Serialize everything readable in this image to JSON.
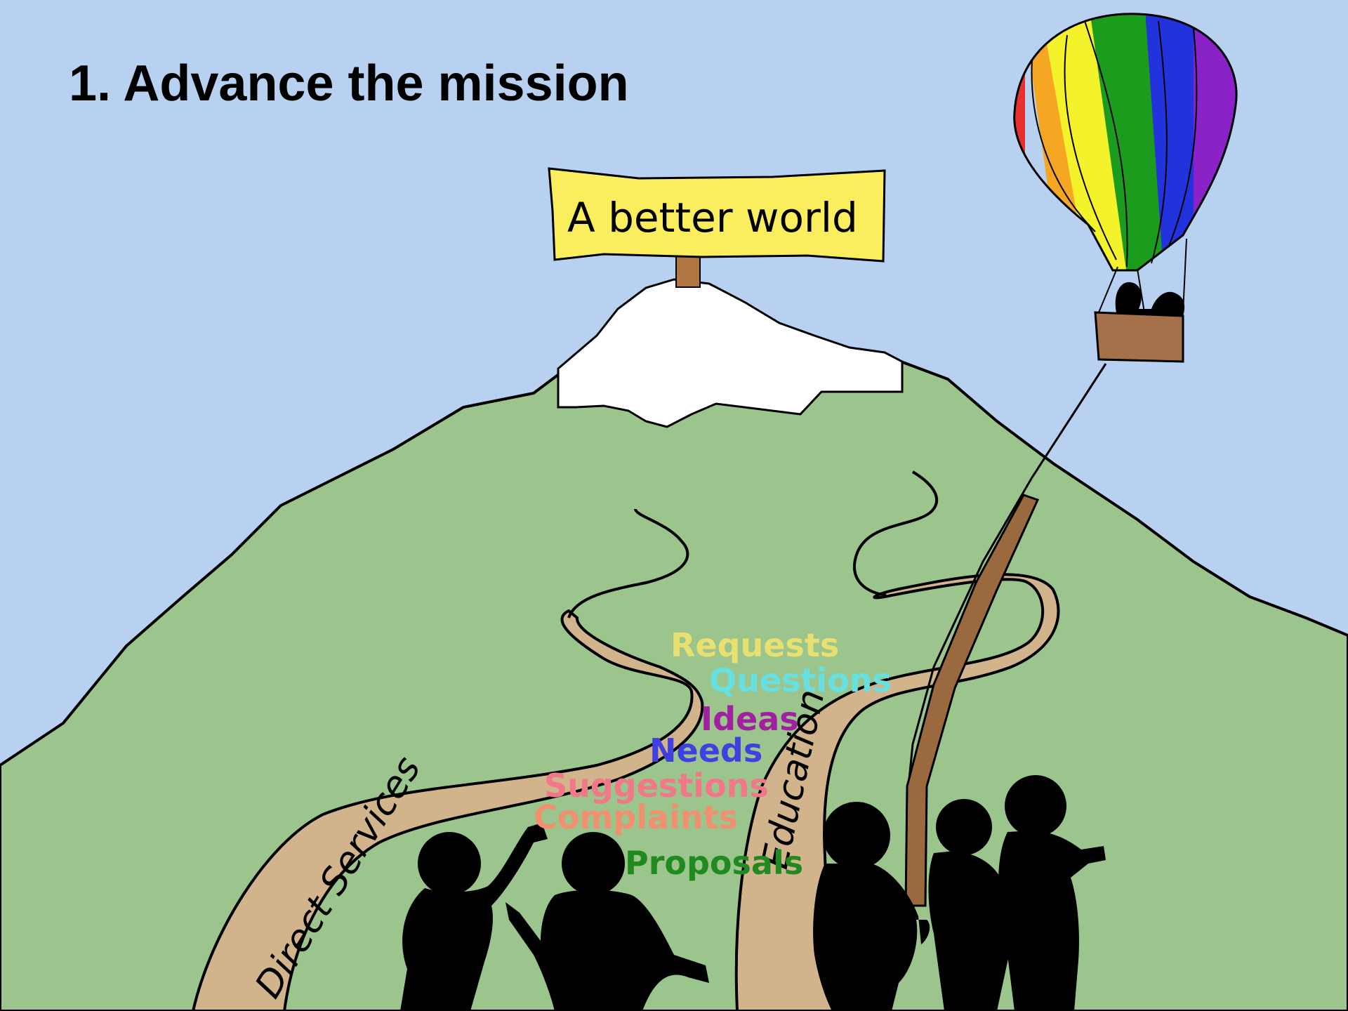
{
  "title": "1. Advance the mission",
  "sign": {
    "text": "A better world"
  },
  "paths": {
    "left_label": "Direct Services",
    "right_label": "Education"
  },
  "feedback_words": [
    {
      "text": "Requests",
      "color": "#e8e070"
    },
    {
      "text": "Questions",
      "color": "#66e0e0"
    },
    {
      "text": "Ideas",
      "color": "#a020a0"
    },
    {
      "text": "Needs",
      "color": "#4040e0"
    },
    {
      "text": "Suggestions",
      "color": "#f07888"
    },
    {
      "text": "Complaints",
      "color": "#f09070"
    },
    {
      "text": "Proposals",
      "color": "#208a20"
    }
  ],
  "colors": {
    "sky": "#b8d1f0",
    "hill": "#9bc58c",
    "path": "#d2b48c",
    "snow": "#ffffff",
    "sign": "#fbee5e",
    "rope": "#9a6a3e",
    "basket": "#a5714a",
    "balloon_stripes": [
      "#e83030",
      "#f5a623",
      "#f4f22a",
      "#1c9c1c",
      "#2233dd",
      "#8b22c8"
    ]
  }
}
